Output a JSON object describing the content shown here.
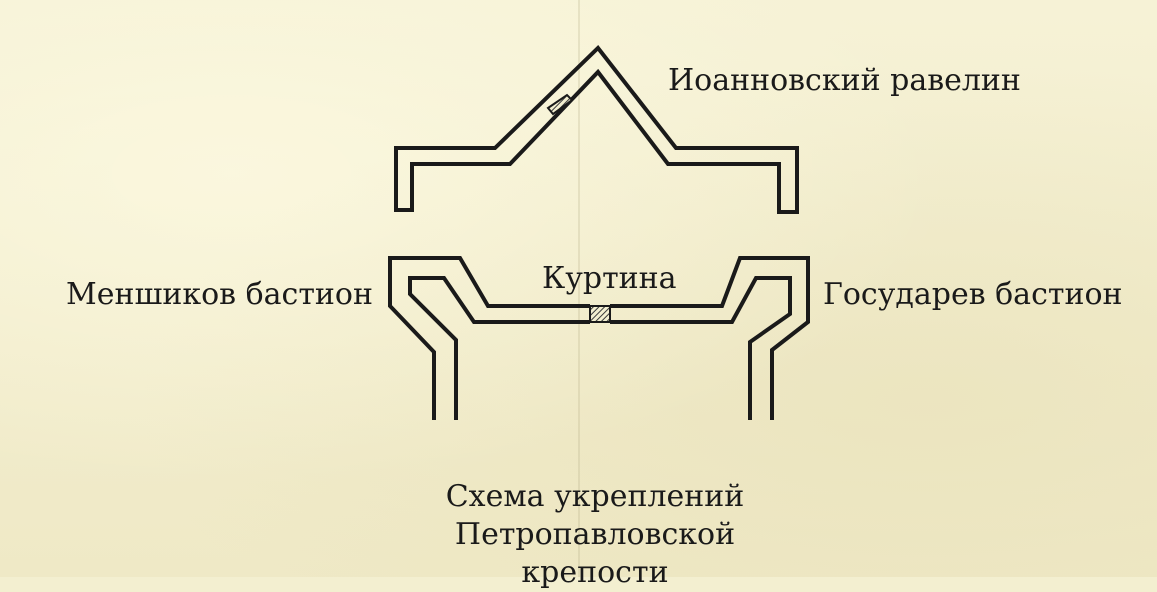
{
  "labels": {
    "ravelin": "Иоанновский равелин",
    "menshikov": "Меншиков бастион",
    "gosudarev": "Государев бастион",
    "kurtina": "Куртина"
  },
  "caption": {
    "line1": "Схема укреплений",
    "line2": "Петропавловской крепости"
  },
  "colors": {
    "ink": "#1a1a1a",
    "paper": "#f3efd0",
    "hatch": "#3a3a3a"
  }
}
